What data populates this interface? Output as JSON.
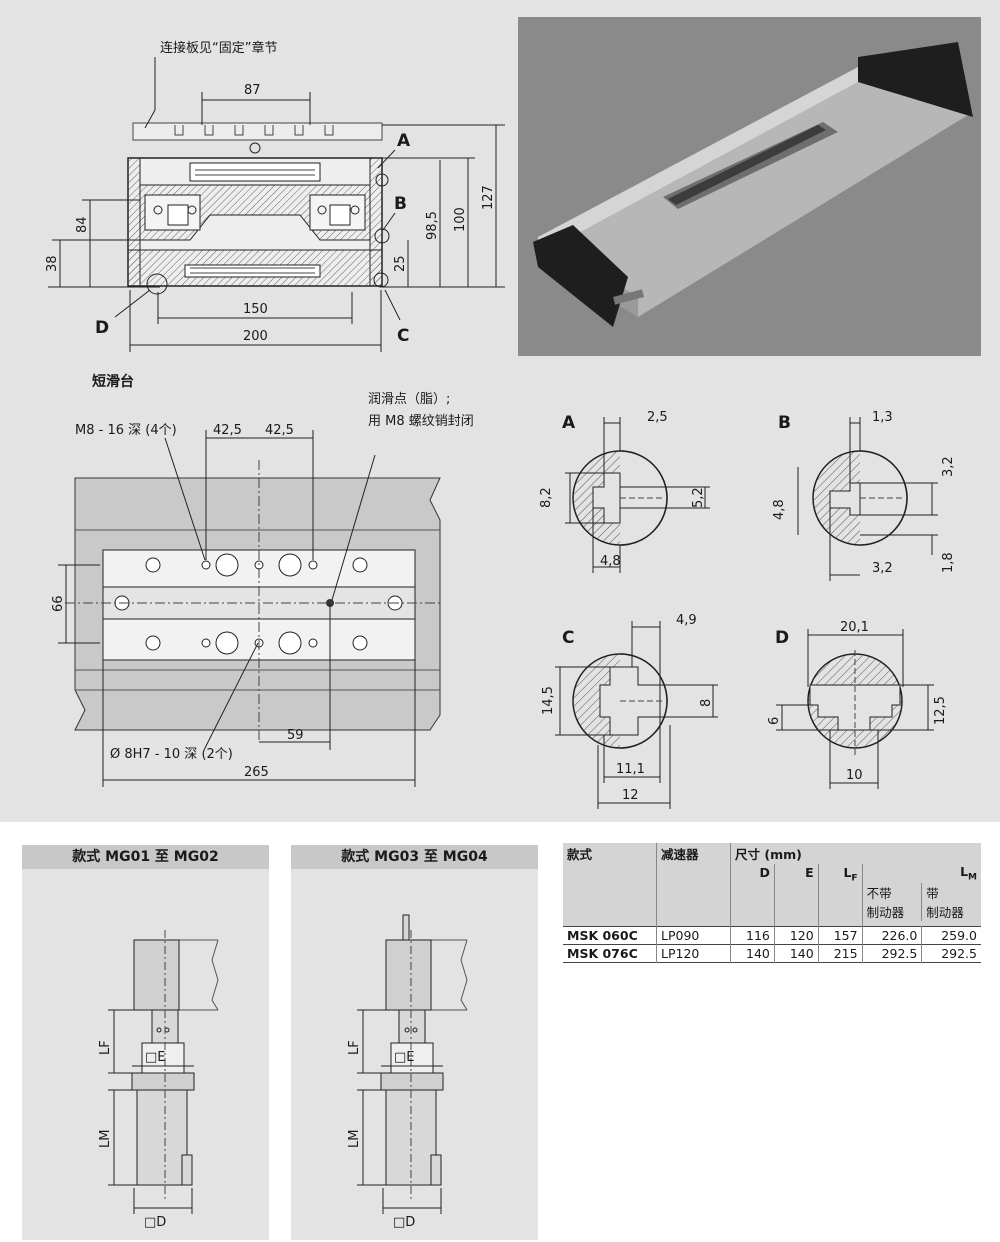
{
  "top_drawing": {
    "note_connecting_plate": "连接板见“固定”章节",
    "dims": {
      "d87": "87",
      "d84": "84",
      "d38": "38",
      "d150": "150",
      "d200": "200",
      "d98_5": "98,5",
      "d100": "100",
      "d127": "127",
      "d25": "25"
    },
    "labels": {
      "A": "A",
      "B": "B",
      "C": "C",
      "D": "D"
    }
  },
  "short_slide": {
    "title": "短滑台",
    "note_m8": "M8 - 16 深 (4个)",
    "note_lube_line1": "润滑点（脂）;",
    "note_lube_line2": "用 M8 螺纹销封闭",
    "dims": {
      "d42_5a": "42,5",
      "d42_5b": "42,5",
      "d66": "66",
      "d59": "59",
      "d265": "265"
    },
    "note_pin": "Ø 8H7 - 10 深 (2个)"
  },
  "details": {
    "A": {
      "label": "A",
      "w_top": "2,5",
      "h_left": "8,2",
      "h_right": "5,2",
      "w_bottom": "4,8"
    },
    "B": {
      "label": "B",
      "w_top": "1,3",
      "h_left": "4,8",
      "h_right": "3,2",
      "w_bottom": "3,2",
      "h_small": "1,8"
    },
    "C": {
      "label": "C",
      "w_top": "4,9",
      "h_left": "14,5",
      "h_right": "8",
      "w1": "11,1",
      "w2": "12"
    },
    "D": {
      "label": "D",
      "w_top": "20,1",
      "h_left": "6",
      "h_right": "12,5",
      "w_bottom": "10"
    }
  },
  "variants": [
    {
      "title": "款式 MG01 至 MG02",
      "lf": "LF",
      "lm": "LM",
      "e": "□E",
      "d": "□D"
    },
    {
      "title": "款式 MG03 至 MG04",
      "lf": "LF",
      "lm": "LM",
      "e": "□E",
      "d": "□D"
    }
  ],
  "table": {
    "h_model": "款式",
    "h_reducer": "减速器",
    "h_dims": "尺寸 (mm)",
    "h_D": "D",
    "h_E": "E",
    "h_LF": "L",
    "h_LF_sub": "F",
    "h_LM": "L",
    "h_LM_sub": "M",
    "h_no_brake_1": "不带",
    "h_no_brake_2": "制动器",
    "h_brake_1": "带",
    "h_brake_2": "制动器",
    "rows": [
      {
        "model": "MSK 060C",
        "reducer": "LP090",
        "D": "116",
        "E": "120",
        "LF": "157",
        "LM1": "226.0",
        "LM2": "259.0"
      },
      {
        "model": "MSK 076C",
        "reducer": "LP120",
        "D": "140",
        "E": "140",
        "LF": "215",
        "LM1": "292.5",
        "LM2": "292.5"
      }
    ]
  }
}
